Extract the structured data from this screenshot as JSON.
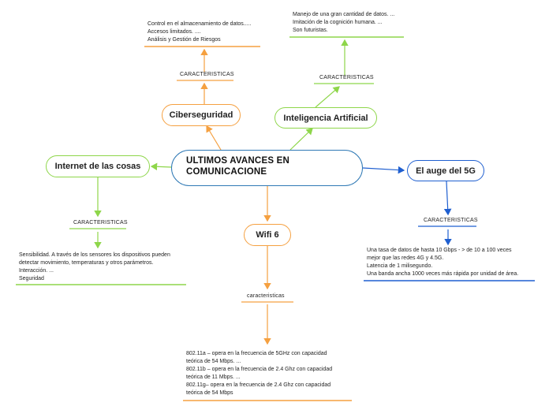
{
  "central": {
    "line1": "ULTIMOS AVANCES EN",
    "line2": "COMUNICACIONE"
  },
  "branches": {
    "ciberseguridad": {
      "title": "Ciberseguridad",
      "label": "CARACTERISTICAS",
      "details": [
        "Control en el almacenamiento de datos.....",
        "Accesos limitados. ....",
        "Análisis y Gestión de Riesgos"
      ]
    },
    "ia": {
      "title": "Inteligencia Artificial",
      "label": "CARACTERISTICAS",
      "details": [
        "Manejo de una gran cantidad de datos. ...",
        "Imitación de la cognición humana. ...",
        "Son futuristas."
      ]
    },
    "iot": {
      "title": "Internet de las cosas",
      "label": "CARACTERISTICAS",
      "details": [
        "Sensibilidad. A través de los sensores los dispositivos pueden",
        "detectar movimiento, temperaturas y otros parámetros.",
        "Interacción. ...",
        "Seguridad"
      ]
    },
    "wifi": {
      "title": "Wifi 6",
      "label": "caracteristicas",
      "details": [
        "802.11a – opera en la frecuencia de 5GHz con capacidad",
        "teórica de 54 Mbps. ...",
        "802.11b – opera en la frecuencia de 2.4 Ghz con capacidad",
        "teórica de 11 Mbps. ...",
        "802.11g– opera en la frecuencia de 2.4 Ghz con capacidad",
        "teórica de 54 Mbps"
      ]
    },
    "auge5g": {
      "title": "El auge del 5G",
      "label": "CARACTERISTICAS",
      "details": [
        "Una tasa de datos de hasta 10 Gbps - > de 10 a 100 veces",
        "mejor que las redes 4G y 4.5G.",
        "Latencia de 1 milisegundo.",
        "Una banda ancha 1000 veces más rápida por unidad de área."
      ]
    }
  },
  "colors": {
    "orange": "#f5a040",
    "green": "#8ed64a",
    "blue": "#1f5fd0",
    "central_border": "#2f79b5"
  }
}
